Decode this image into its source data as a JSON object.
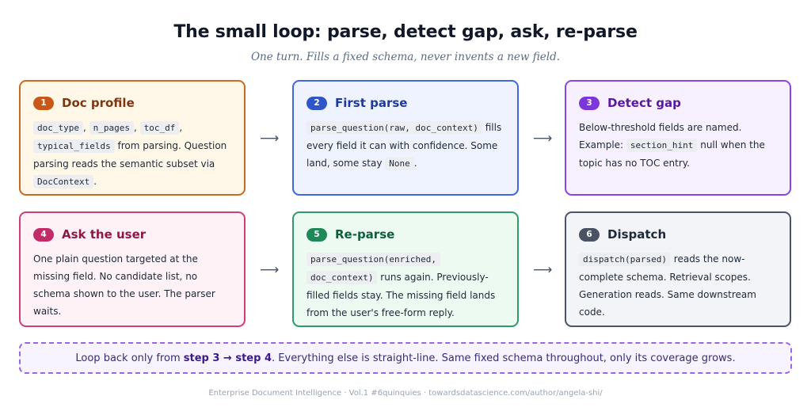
{
  "title": "The small loop: parse, detect gap, ask, re-parse",
  "subtitle": "One turn. Fills a fixed schema, never invents a new field.",
  "cards": [
    {
      "num": "1",
      "title": "Doc profile",
      "t": [
        "doc_type",
        ", ",
        "n_pages",
        ", ",
        "toc_df",
        ",",
        "typical_fields",
        " from parsing. Question parsing reads the semantic subset via ",
        "DocContext",
        "."
      ]
    },
    {
      "num": "2",
      "title": "First parse",
      "t": [
        "parse_question(raw, doc_context)",
        " fills every field it can with confidence. Some land, some stay ",
        "None",
        "."
      ]
    },
    {
      "num": "3",
      "title": "Detect gap",
      "t": [
        "Below-threshold fields are named. Example: ",
        "section_hint",
        " null when the topic has no TOC entry."
      ]
    },
    {
      "num": "4",
      "title": "Ask the user",
      "t": [
        "One plain question targeted at the missing field. No candidate list, no schema shown to the user. The parser waits."
      ]
    },
    {
      "num": "5",
      "title": "Re-parse",
      "t": [
        "parse_question(enriched,",
        "doc_context)",
        " runs again. Previously-filled fields stay. The missing field lands from the user's free-form reply."
      ]
    },
    {
      "num": "6",
      "title": "Dispatch",
      "t": [
        "dispatch(parsed)",
        " reads the now-complete schema. Retrieval scopes. Generation reads. Same downstream code."
      ]
    }
  ],
  "arrow_glyph": "⟶",
  "note": {
    "pre": "Loop back only from ",
    "bold1": "step 3",
    "arrow": " → ",
    "bold2": "step 4",
    "post": ". Everything else is straight-line. Same fixed schema throughout, only its coverage grows."
  },
  "footer": "Enterprise Document Intelligence · Vol.1 #6quinquies · towardsdatascience.com/author/angela-shi/",
  "colors": {
    "step1": "#c96a1e",
    "step2": "#3f68d8",
    "step3": "#8b45e0",
    "step4": "#d13d79",
    "step5": "#2b9d68",
    "step6": "#495465",
    "note_border": "#9a66e6"
  }
}
